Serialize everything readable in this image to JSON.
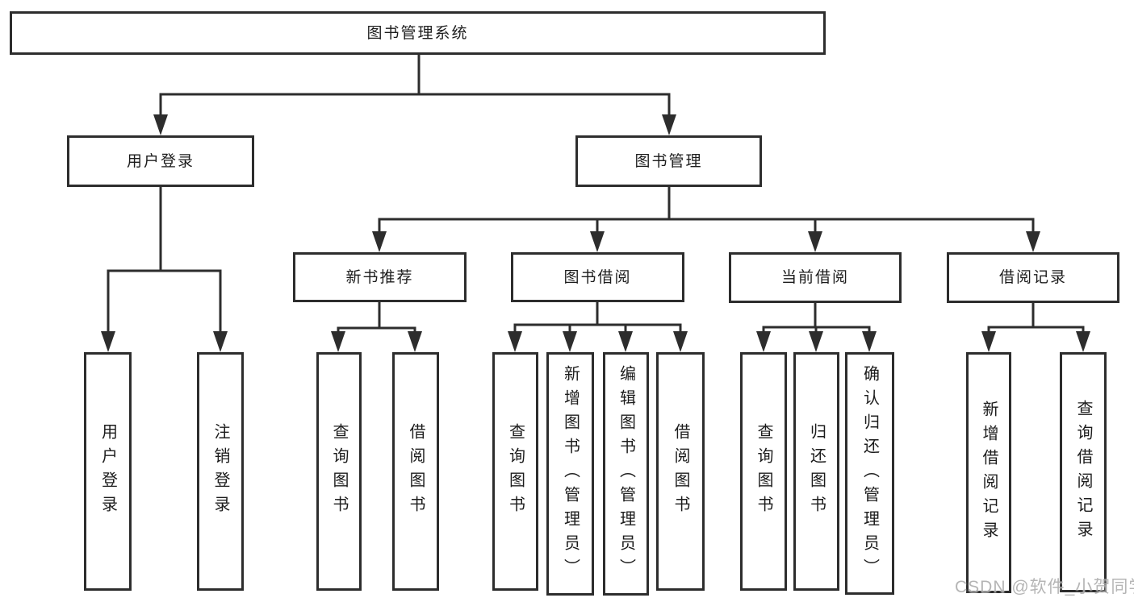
{
  "tree": {
    "root": {
      "label": "图书管理系统",
      "children": [
        {
          "label": "用户登录",
          "children": [
            {
              "label": "用户登录"
            },
            {
              "label": "注销登录"
            }
          ]
        },
        {
          "label": "图书管理",
          "children": [
            {
              "label": "新书推荐",
              "children": [
                {
                  "label": "查询图书"
                },
                {
                  "label": "借阅图书"
                }
              ]
            },
            {
              "label": "图书借阅",
              "children": [
                {
                  "label": "查询图书"
                },
                {
                  "label": "新增图书（管理员）"
                },
                {
                  "label": "编辑图书（管理员）"
                },
                {
                  "label": "借阅图书"
                }
              ]
            },
            {
              "label": "当前借阅",
              "children": [
                {
                  "label": "查询图书"
                },
                {
                  "label": "归还图书"
                },
                {
                  "label": "确认归还（管理员）"
                }
              ]
            },
            {
              "label": "借阅记录",
              "children": [
                {
                  "label": "新增借阅记录"
                },
                {
                  "label": "查询借阅记录"
                }
              ]
            }
          ]
        }
      ]
    }
  },
  "watermark": {
    "text": "CSDN @软件_小贺同学"
  },
  "colors": {
    "line": "#2d2d2d",
    "text": "#1c1c1c",
    "watermark": "#aeaeae",
    "background": "#ffffff"
  }
}
